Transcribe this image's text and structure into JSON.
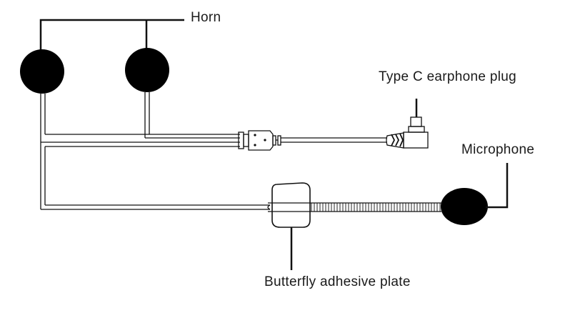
{
  "labels": {
    "horn": "Horn",
    "type_c": "Type C earphone plug",
    "microphone": "Microphone",
    "plate": "Butterfly adhesive plate"
  },
  "colors": {
    "ink": "#111111",
    "background": "#ffffff"
  }
}
